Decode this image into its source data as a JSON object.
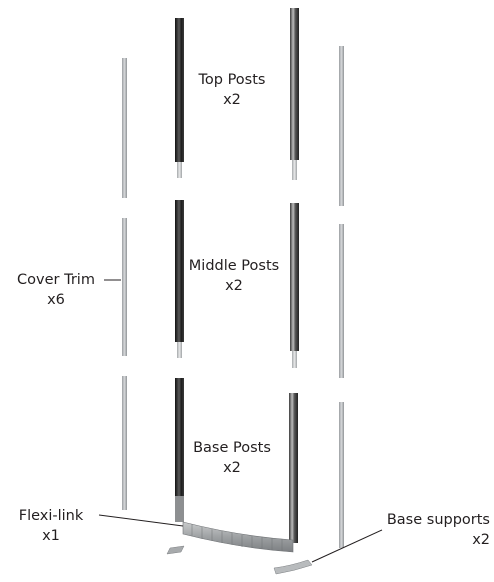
{
  "labels": {
    "top_posts": {
      "name": "Top Posts",
      "qty": "x2"
    },
    "middle_posts": {
      "name": "Middle Posts",
      "qty": "x2"
    },
    "base_posts": {
      "name": "Base Posts",
      "qty": "x2"
    },
    "cover_trim": {
      "name": "Cover Trim",
      "qty": "x6"
    },
    "flexi_link": {
      "name": "Flexi-link",
      "qty": "x1"
    },
    "base_supports": {
      "name": "Base supports",
      "qty": "x2"
    }
  },
  "colors": {
    "text": "#231f20",
    "dark_post": "#2b2b2b",
    "post_highlight": "#8a8a8a",
    "trim": "#b9bcbf",
    "trim_shade": "#8f9396",
    "connector": "#d8dadb"
  }
}
